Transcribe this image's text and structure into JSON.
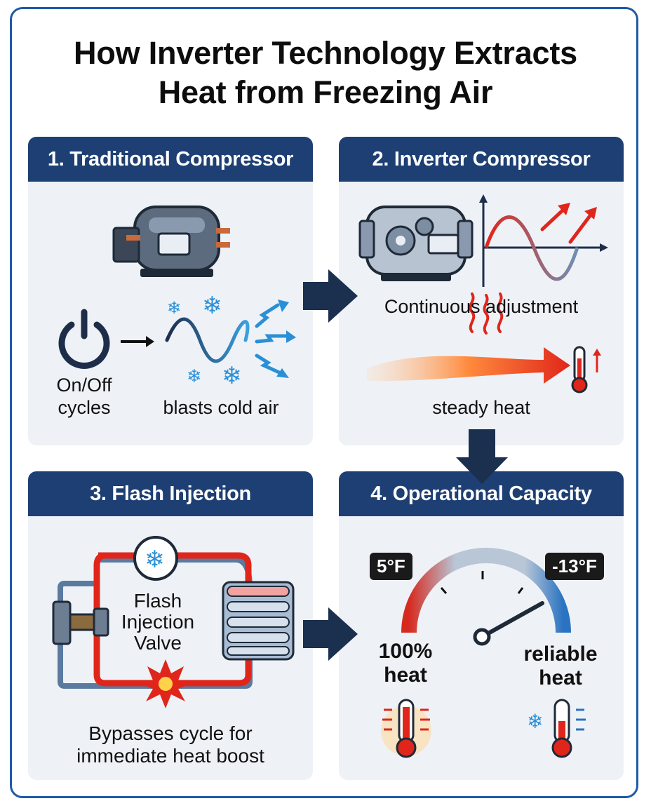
{
  "title": {
    "line1": "How Inverter Technology Extracts",
    "line2": "Heat from Freezing Air"
  },
  "panels": [
    {
      "heading": "1. Traditional Compressor",
      "labels": {
        "power_l1": "On/Off",
        "power_l2": "cycles",
        "air": "blasts cold air"
      }
    },
    {
      "heading": "2. Inverter Compressor",
      "labels": {
        "adjust": "Continuous adjustment",
        "heat": "steady heat"
      }
    },
    {
      "heading": "3. Flash Injection",
      "labels": {
        "valve_l1": "Flash",
        "valve_l2": "Injection",
        "valve_l3": "Valve",
        "desc_l1": "Bypasses cycle for",
        "desc_l2": "immediate heat boost"
      }
    },
    {
      "heading": "4. Operational Capacity",
      "labels": {
        "temp_high": "5°F",
        "temp_low": "-13°F",
        "full_l1": "100%",
        "full_l2": "heat",
        "rel_l1": "reliable",
        "rel_l2": "heat"
      }
    }
  ],
  "icons": [
    "compressor-icon",
    "power-icon",
    "arrow-right-icon",
    "wave-icon",
    "snowflake-icon",
    "cold-air-arrows-icon",
    "inverter-compressor-icon",
    "sine-graph-icon",
    "heat-waves-icon",
    "heat-arrow-icon",
    "thermometer-rising-icon",
    "flow-arrow-right-icon",
    "flow-arrow-down-icon",
    "refrigerant-loop-icon",
    "valve-icon",
    "heat-exchanger-coil-icon",
    "burst-icon",
    "gauge-icon",
    "hot-thermometer-icon",
    "cold-thermometer-icon"
  ],
  "colors": {
    "header_bg": "#1d3f73",
    "panel_bg": "#eef2f7",
    "frame": "#1e5aa8",
    "hot": "#e0261b",
    "cold": "#2a8fd6",
    "arrow": "#1b2f4f"
  }
}
